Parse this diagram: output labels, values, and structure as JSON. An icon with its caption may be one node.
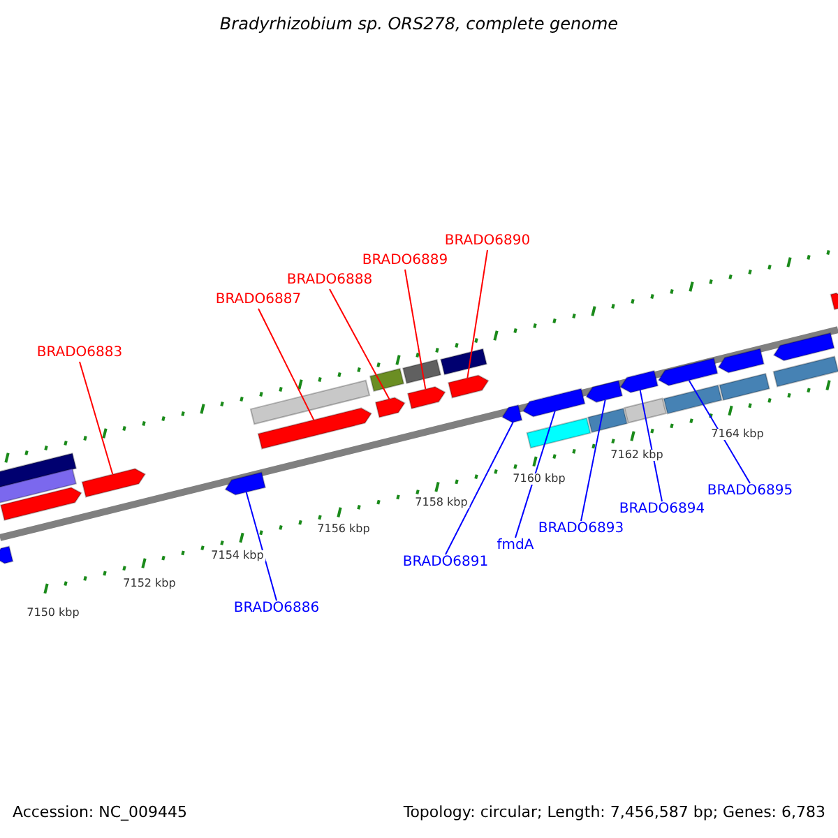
{
  "diagram": {
    "title": "Bradyrhizobium sp. ORS278, complete genome",
    "nodes": [
      {
        "text": [
          "BRADO6883"
        ]
      },
      {
        "text": [
          "BRADO6887"
        ]
      },
      {
        "text": [
          "BRADO6888"
        ]
      },
      {
        "text": [
          "BRADO6889"
        ]
      },
      {
        "text": [
          "BRADO6890"
        ]
      },
      {
        "text": [],
        "shape": "box"
      },
      {
        "text": [],
        "shape": "box"
      },
      {
        "text": [],
        "shape": "arrow"
      },
      {
        "text": [],
        "shape": "arrow"
      },
      {
        "text": [],
        "shape": "arrow"
      },
      {
        "text": [],
        "shape": "arrow"
      },
      {
        "text": [],
        "shape": "box"
      },
      {
        "text": [],
        "shape": "arrow"
      },
      {
        "text": [],
        "shape": "box"
      },
      {
        "text": [],
        "shape": "arrow"
      },
      {
        "text": [],
        "shape": "box"
      },
      {
        "text": [],
        "shape": "arrow"
      },
      {
        "text": [],
        "shape": "box"
      },
      {
        "text": [],
        "shape": "arrow"
      },
      {
        "text": [],
        "shape": "arrow"
      },
      {
        "text": [],
        "shape": "arrow"
      },
      {
        "text": [],
        "shape": "box"
      },
      {
        "text": [],
        "shape": "arrow"
      },
      {
        "text": [],
        "shape": "box"
      },
      {
        "text": [],
        "shape": "arrow"
      },
      {
        "text": [],
        "shape": "box"
      },
      {
        "text": [],
        "shape": "arrow"
      },
      {
        "text": [],
        "shape": "box"
      },
      {
        "text": [],
        "shape": "arrow"
      },
      {
        "text": [],
        "shape": "box"
      },
      {
        "text": [],
        "shape": "arrow"
      },
      {
        "text": [],
        "shape": "box"
      },
      {
        "text": [],
        "shape": "arrow"
      },
      {
        "text": [
          "BRADO6886"
        ]
      },
      {
        "text": [
          "BRADO6891"
        ]
      },
      {
        "text": [
          "fmdA"
        ]
      },
      {
        "text": [
          "BRADO6893"
        ]
      },
      {
        "text": [
          "BRADO6894"
        ]
      },
      {
        "text": [
          "BRADO6895"
        ]
      }
    ],
    "edges": [
      {
        "from": 0,
        "to": 9,
        "arrow": "none",
        "color": "#ff0000"
      },
      {
        "from": 1,
        "to": 12,
        "arrow": "none",
        "color": "#ff0000"
      },
      {
        "from": 2,
        "to": 14,
        "arrow": "none",
        "color": "#ff0000"
      },
      {
        "from": 3,
        "to": 16,
        "arrow": "none",
        "color": "#ff0000"
      },
      {
        "from": 4,
        "to": 18,
        "arrow": "none",
        "color": "#ff0000"
      },
      {
        "from": 33,
        "to": 10,
        "arrow": "none"
      },
      {
        "from": 34,
        "to": 19,
        "arrow": "none"
      },
      {
        "from": 35,
        "to": 20,
        "arrow": "none"
      },
      {
        "from": 36,
        "to": 22,
        "arrow": "none"
      },
      {
        "from": 37,
        "to": 24,
        "arrow": "none"
      },
      {
        "from": 38,
        "to": 26,
        "arrow": "none"
      }
    ],
    "labels": [
      "7164 kbp",
      "7162 kbp",
      "7160 kbp",
      "7158 kbp",
      "7156 kbp",
      "7154 kbp",
      "7152 kbp",
      "7150 kbp",
      "Accession: NC_009445",
      "Topology: circular; Length: 7,456,587 bp; Genes: 6,783"
    ]
  }
}
